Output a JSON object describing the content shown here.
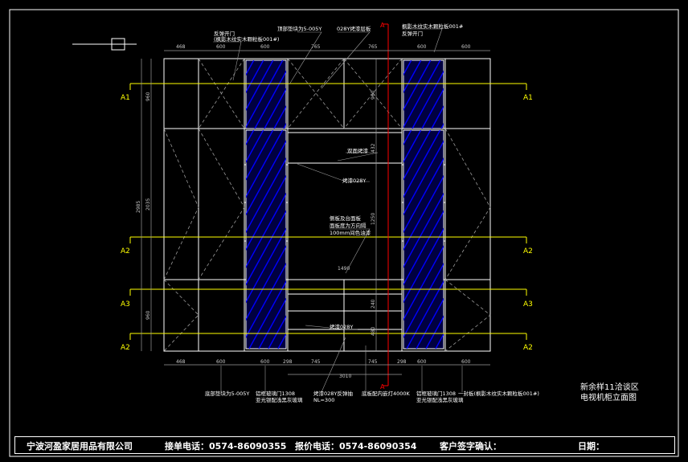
{
  "footer": {
    "company": "宁波河盈家居用品有限公司",
    "order_phone": "接单电话：0574-86090355",
    "quote_phone": "报价电话：0574-86090354",
    "client_sign": "客户签字确认：",
    "date": "日期："
  },
  "drawing_title": {
    "line1": "新余样11洽谈区",
    "line2": "电视机柜立面图"
  },
  "section_marks": {
    "a1": "A1",
    "a2": "A2",
    "a3": "A3",
    "a_top": "A",
    "a_bottom": "A"
  },
  "top_dimensions": [
    "468",
    "600",
    "600",
    "765",
    "765",
    "600",
    "600"
  ],
  "bottom_dimensions": [
    "468",
    "600",
    "600",
    "298",
    "745",
    "745",
    "298",
    "600",
    "600"
  ],
  "overall_width": "3010",
  "left_dimensions": [
    "2985",
    "2035",
    "960",
    "960"
  ],
  "right_dimensions": [
    "960",
    "432",
    "1250",
    "240",
    "480"
  ],
  "shelf_width": "1490",
  "annotations_top": {
    "door_left": "反弹开门",
    "door_left_material": "(枫影木纹实木颗粒板001#)",
    "edge_left": "顶部垫块为5-005Y",
    "board_left": "028Y烤漆层板",
    "material_right": "枫影木纹实木颗粒板001#",
    "door_right": "反弹开门"
  },
  "annotations_mid": {
    "paint_back": "双面烤漆",
    "paint_028": "烤漆028Y",
    "note1": "侧板及台面板",
    "note2": "面板度为方向隔",
    "note3": "100mm间色油漆",
    "paint_bottom": "烤漆028Y"
  },
  "annotations_bottom": {
    "base_trim": "底部垫块为5-005Y",
    "glass_door_1": "铝框玻璃门1308",
    "glass_door_2": "亚光银配浅黑灰玻璃",
    "paint_handle_1": "烤漆028Y反弹抽",
    "paint_handle_2": "NL=300",
    "pocket_hinge": "底板配内嵌灯4000K",
    "glass_door_r1": "铝框玻璃门1308",
    "glass_door_r2": "亚光银配浅黑灰玻璃",
    "side_panel": "一封板(枫影木纹实木颗粒板001#)"
  },
  "colors": {
    "yellow": "#ffff00",
    "red": "#ff0000",
    "blue": "#0000ff",
    "white": "#ffffff",
    "gray": "#9a9a9a"
  }
}
